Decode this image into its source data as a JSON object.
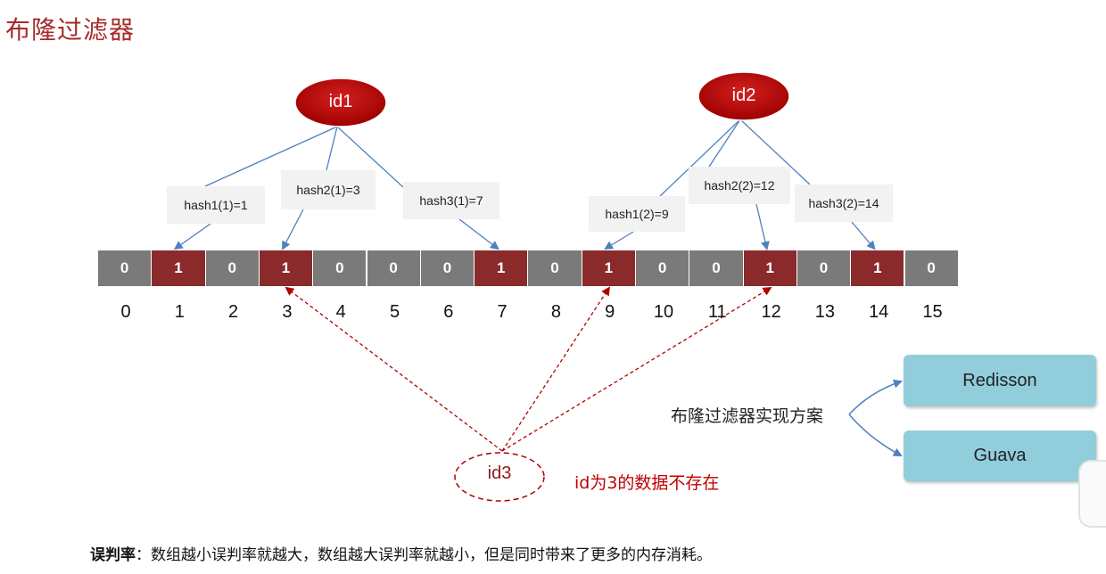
{
  "title": "布隆过滤器",
  "bits": [
    0,
    1,
    0,
    1,
    0,
    0,
    0,
    1,
    0,
    1,
    0,
    0,
    1,
    0,
    1,
    0
  ],
  "indices": [
    "0",
    "1",
    "2",
    "3",
    "4",
    "5",
    "6",
    "7",
    "8",
    "9",
    "10",
    "11",
    "12",
    "13",
    "14",
    "15"
  ],
  "id1": {
    "label": "id1",
    "hashes": [
      "hash1(1)=1",
      "hash2(1)=3",
      "hash3(1)=7"
    ],
    "targets": [
      1,
      3,
      7
    ]
  },
  "id2": {
    "label": "id2",
    "hashes": [
      "hash1(2)=9",
      "hash2(2)=12",
      "hash3(2)=14"
    ],
    "targets": [
      9,
      12,
      14
    ]
  },
  "id3": {
    "label": "id3",
    "targets": [
      3,
      9,
      12
    ],
    "note": "id为3的数据不存在"
  },
  "solutions": {
    "label": "布隆过滤器实现方案",
    "items": [
      "Redisson",
      "Guava"
    ]
  },
  "footer": {
    "term": "误判率",
    "text": "：数组越小误判率就越大，数组越大误判率就越小，但是同时带来了更多的内存消耗。"
  },
  "colors": {
    "bit_on": "#8b2a2a",
    "bit_off": "#7a7a7a",
    "ellipse": "#b00000",
    "link": "#4f81bd",
    "dashed": "#b00000",
    "solution": "#92cddc"
  }
}
